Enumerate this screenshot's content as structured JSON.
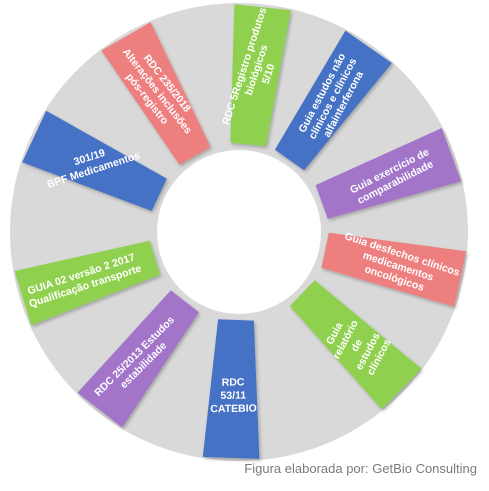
{
  "colors": {
    "ring": "#d9d9d9",
    "center": "#ffffff",
    "green": "#8fd14f",
    "blue": "#4472c4",
    "purple": "#a275c9",
    "red": "#ee7f7f",
    "text": "#ffffff"
  },
  "segments": [
    {
      "color": "green",
      "lines": [
        "RDC 5Registro produtos",
        "biológicos",
        "5/10"
      ]
    },
    {
      "color": "blue",
      "lines": [
        "Guia estudos não",
        "clínicos e clínicos",
        "alfainterferona"
      ]
    },
    {
      "color": "purple",
      "lines": [
        "Guia exercício de",
        "comparabilidade"
      ]
    },
    {
      "color": "red",
      "lines": [
        "Guia desfechos clínicos",
        "medicamentos",
        "oncológicos"
      ]
    },
    {
      "color": "green",
      "lines": [
        "Guia",
        "relatório",
        "de",
        "estudos",
        "clínicos"
      ]
    },
    {
      "color": "blue",
      "lines": [
        "RDC",
        "53/11",
        "CATEBIO"
      ]
    },
    {
      "color": "purple",
      "lines": [
        "RDC 25/2013 Estudos",
        "estabilidade"
      ]
    },
    {
      "color": "green",
      "lines": [
        "GUIA 02 versão 2 2017",
        "Qualificação transporte"
      ]
    },
    {
      "color": "blue",
      "lines": [
        "301/19",
        "BPF Medicamentos"
      ]
    },
    {
      "color": "red",
      "lines": [
        "RDC 235/2018",
        "Alterações inclusões",
        "pós-registro"
      ]
    }
  ],
  "credit": "Figura elaborada por: GetBio Consulting"
}
